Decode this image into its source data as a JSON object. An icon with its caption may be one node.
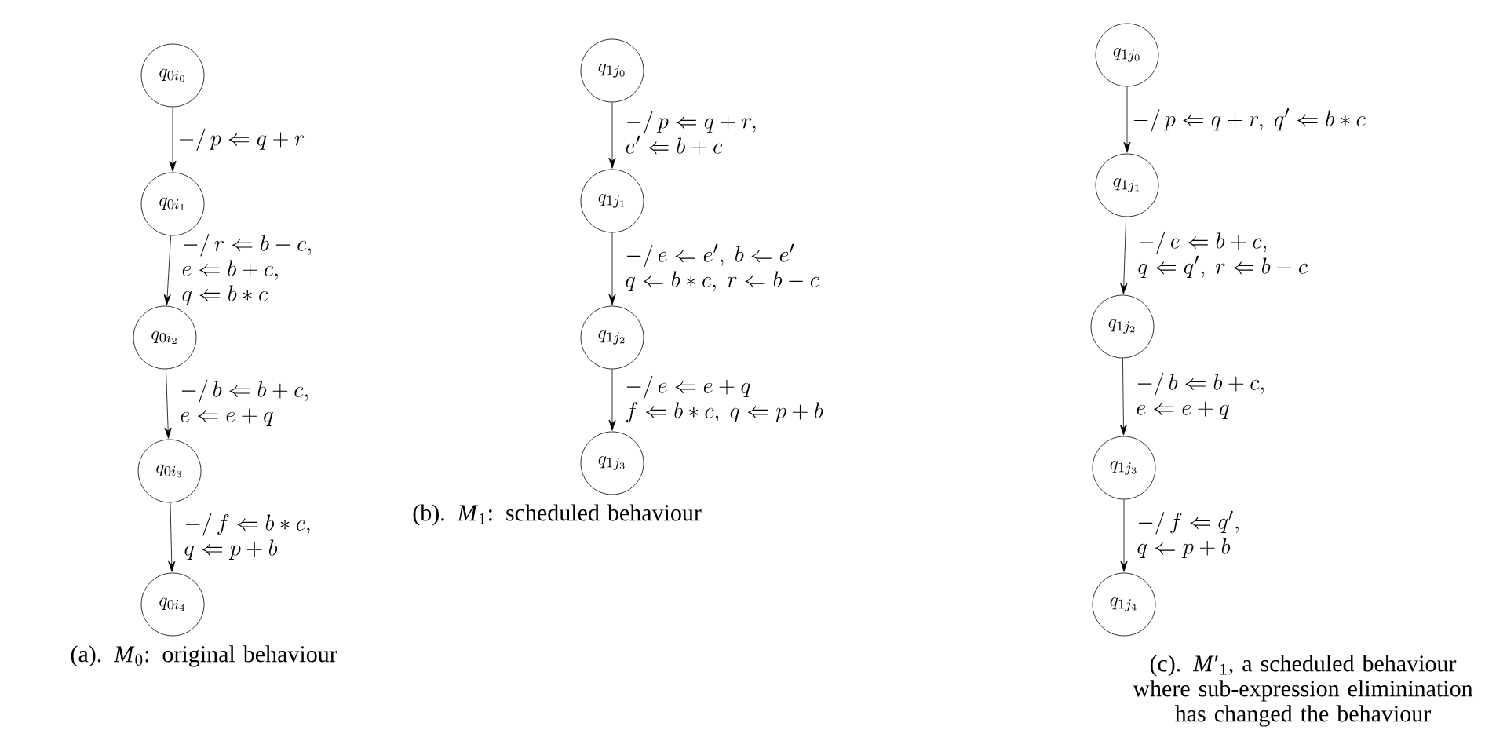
{
  "diagram": {
    "nodes": [
      {
        "text": [
          "q_{0i_0}"
        ]
      },
      {
        "text": [
          "q_{0i_1}"
        ]
      },
      {
        "text": [
          "q_{0i_2}"
        ]
      },
      {
        "text": [
          "q_{0i_3}"
        ]
      },
      {
        "text": [
          "q_{0i_4}"
        ]
      },
      {
        "text": [
          "q_{1j_0}"
        ]
      },
      {
        "text": [
          "q_{1j_1}"
        ]
      },
      {
        "text": [
          "q_{1j_2}"
        ]
      },
      {
        "text": [
          "q_{1j_3}"
        ]
      },
      {
        "text": [
          "q_{1j_0}"
        ]
      },
      {
        "text": [
          "q_{1j_1}"
        ]
      },
      {
        "text": [
          "q_{1j_2}"
        ]
      },
      {
        "text": [
          "q_{1j_3}"
        ]
      },
      {
        "text": [
          "q_{1j_4}"
        ]
      }
    ],
    "edges": [
      {
        "from": 0,
        "to": 1,
        "arrow": "to",
        "label": "-/\\,p \\Leftarrow q+r"
      },
      {
        "from": 1,
        "to": 2,
        "arrow": "to",
        "label": "\\begin{array}{l}-/\\,r \\Leftarrow b-c,\\\\ e \\Leftarrow b+c,\\\\ q \\Leftarrow b\\ast c\\end{array}"
      },
      {
        "from": 2,
        "to": 3,
        "arrow": "to",
        "label": "\\begin{array}{l}-/\\,b \\Leftarrow b+c,\\\\ e \\Leftarrow e+q\\end{array}"
      },
      {
        "from": 3,
        "to": 4,
        "arrow": "to",
        "label": "\\begin{array}{l}-/\\,f \\Leftarrow b\\ast c,\\\\ q \\Leftarrow p+b\\end{array}"
      },
      {
        "from": 5,
        "to": 6,
        "arrow": "to",
        "label": "\\begin{array}{l}-/\\,p \\Leftarrow q+r,\\\\ e' \\Leftarrow b+c\\end{array}"
      },
      {
        "from": 6,
        "to": 7,
        "arrow": "to",
        "label": "\\begin{array}{l}-/\\,e \\Leftarrow e',\\ b \\Leftarrow e'\\\\ q \\Leftarrow b\\ast c,\\ r \\Leftarrow b-c\\end{array}"
      },
      {
        "from": 7,
        "to": 8,
        "arrow": "to",
        "label": "\\begin{array}{l}-/\\,e \\Leftarrow e+q\\\\ f \\Leftarrow b\\ast c,\\ q \\Leftarrow p+b\\end{array}"
      },
      {
        "from": 9,
        "to": 10,
        "arrow": "to",
        "label": "-/\\,p \\Leftarrow q+r,\\ q' \\Leftarrow b\\ast c"
      },
      {
        "from": 10,
        "to": 11,
        "arrow": "to",
        "label": "\\begin{array}{l}-/\\,e \\Leftarrow b+c,\\\\ q \\Leftarrow q',\\ r \\Leftarrow b-c\\end{array}"
      },
      {
        "from": 11,
        "to": 12,
        "arrow": "to",
        "label": "\\begin{array}{l}-/\\,b \\Leftarrow b+c,\\\\ e \\Leftarrow e+q\\end{array}"
      },
      {
        "from": 12,
        "to": 13,
        "arrow": "to",
        "label": "\\begin{array}{l}-/\\,f \\Leftarrow q',\\\\ q \\Leftarrow p+b\\end{array}"
      }
    ],
    "labels": [
      "(a). *M*$_{0}$: original behaviour",
      "(b). *M*$_{1}$: scheduled behaviour",
      "(c). *M*′$_{1}$, a scheduled behaviour where sub-expression eliminination has changed the behaviour"
    ]
  }
}
